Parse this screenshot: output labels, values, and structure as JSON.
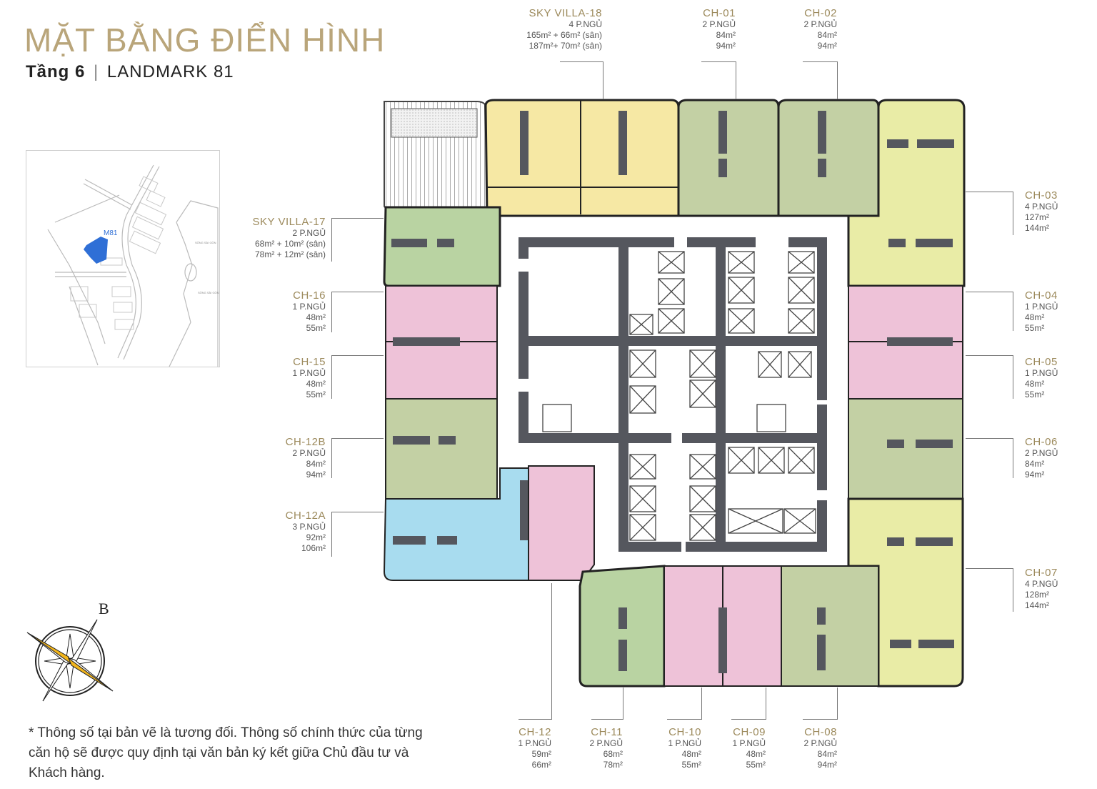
{
  "header": {
    "title": "MẶT BẰNG ĐIỂN HÌNH",
    "floor_label": "Tầng 6",
    "separator": "|",
    "building": "LANDMARK 81"
  },
  "minimap": {
    "marker_label": "M81",
    "water_labels": [
      "SÔNG SÀI GÒN",
      "SÔNG SÀI GÒN"
    ],
    "highlight_color": "#2f6fd6"
  },
  "compass": {
    "north_label": "B",
    "accent_color": "#f2b51c"
  },
  "colors": {
    "title_gold": "#b9a57a",
    "yellow_unit": "#f6e8a4",
    "lime_unit": "#e9eca6",
    "green_unit": "#b9d3a2",
    "sage_unit": "#c3d0a4",
    "pink_unit": "#eec2d8",
    "blue_unit": "#a8dcef",
    "core_wall": "#55575e"
  },
  "units": [
    {
      "id": "sky-villa-18",
      "name": "SKY VILLA-18",
      "bedrooms": "4 P.NGỦ",
      "area1": "165m² + 66m² (sân)",
      "area2": "187m²+ 70m² (sân)"
    },
    {
      "id": "ch-01",
      "name": "CH-01",
      "bedrooms": "2 P.NGỦ",
      "area1": "84m²",
      "area2": "94m²"
    },
    {
      "id": "ch-02",
      "name": "CH-02",
      "bedrooms": "2 P.NGỦ",
      "area1": "84m²",
      "area2": "94m²"
    },
    {
      "id": "ch-03",
      "name": "CH-03",
      "bedrooms": "4 P.NGỦ",
      "area1": "127m²",
      "area2": "144m²"
    },
    {
      "id": "ch-04",
      "name": "CH-04",
      "bedrooms": "1 P.NGỦ",
      "area1": "48m²",
      "area2": "55m²"
    },
    {
      "id": "ch-05",
      "name": "CH-05",
      "bedrooms": "1 P.NGỦ",
      "area1": "48m²",
      "area2": "55m²"
    },
    {
      "id": "ch-06",
      "name": "CH-06",
      "bedrooms": "2 P.NGỦ",
      "area1": "84m²",
      "area2": "94m²"
    },
    {
      "id": "ch-07",
      "name": "CH-07",
      "bedrooms": "4 P.NGỦ",
      "area1": "128m²",
      "area2": "144m²"
    },
    {
      "id": "ch-08",
      "name": "CH-08",
      "bedrooms": "2 P.NGỦ",
      "area1": "84m²",
      "area2": "94m²"
    },
    {
      "id": "ch-09",
      "name": "CH-09",
      "bedrooms": "1 P.NGỦ",
      "area1": "48m²",
      "area2": "55m²"
    },
    {
      "id": "ch-10",
      "name": "CH-10",
      "bedrooms": "1 P.NGỦ",
      "area1": "48m²",
      "area2": "55m²"
    },
    {
      "id": "ch-11",
      "name": "CH-11",
      "bedrooms": "2 P.NGỦ",
      "area1": "68m²",
      "area2": "78m²"
    },
    {
      "id": "ch-12",
      "name": "CH-12",
      "bedrooms": "1 P.NGỦ",
      "area1": "59m²",
      "area2": "66m²"
    },
    {
      "id": "ch-12a",
      "name": "CH-12A",
      "bedrooms": "3 P.NGỦ",
      "area1": "92m²",
      "area2": "106m²"
    },
    {
      "id": "ch-12b",
      "name": "CH-12B",
      "bedrooms": "2 P.NGỦ",
      "area1": "84m²",
      "area2": "94m²"
    },
    {
      "id": "ch-15",
      "name": "CH-15",
      "bedrooms": "1 P.NGỦ",
      "area1": "48m²",
      "area2": "55m²"
    },
    {
      "id": "ch-16",
      "name": "CH-16",
      "bedrooms": "1 P.NGỦ",
      "area1": "48m²",
      "area2": "55m²"
    },
    {
      "id": "sky-villa-17",
      "name": "SKY VILLA-17",
      "bedrooms": "2 P.NGỦ",
      "area1": "68m² + 10m² (sân)",
      "area2": "78m² + 12m² (sân)"
    }
  ],
  "footnote": "* Thông số tại bản vẽ là tương đối. Thông số chính thức của từng căn hộ sẽ được quy định tại văn bản ký kết giữa Chủ đầu tư và Khách hàng."
}
